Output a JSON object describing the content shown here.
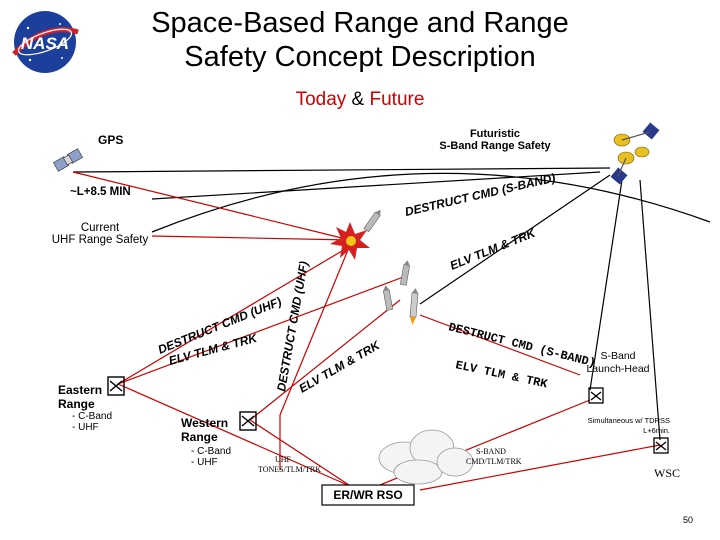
{
  "header": {
    "title_line1": "Space-Based Range and Range",
    "title_line2": "Safety Concept Description",
    "subtitle_today": "Today",
    "subtitle_amp": " & ",
    "subtitle_future": "Future",
    "logo_text": "NASA"
  },
  "labels": {
    "gps": "GPS",
    "futuristic_l1": "Futuristic",
    "futuristic_l2": "S-Band Range Safety",
    "l_plus": "~L+8.5 MIN",
    "current_l1": "Current",
    "current_l2": "UHF Range Safety",
    "eastern_l1": "Eastern",
    "eastern_l2": "Range",
    "eastern_c": "- C-Band",
    "eastern_u": "- UHF",
    "western_l1": "Western",
    "western_l2": "Range",
    "western_c": "- C-Band",
    "western_u": "- UHF",
    "uhf_tones_l1": "UHF",
    "uhf_tones_l2": "TONES/TLM/TRK",
    "sband_cmd_l1": "S-BAND",
    "sband_cmd_l2": "CMD/TLM/TRK",
    "sband_launch_l1": "S-Band",
    "sband_launch_l2": "Launch-Head",
    "simul_l1": "Simultaneous w/ TDRSS",
    "simul_l2": "L+6min.",
    "wsc": "WSC",
    "er_wr_rso": "ER/WR RSO",
    "page_number": "50"
  },
  "link_labels": {
    "destruct_sband_top": "DESTRUCT CMD (S-BAND)",
    "elv_tlm_trk_top": "ELV TLM & TRK",
    "destruct_uhf_left": "DESTRUCT CMD (UHF)",
    "elv_tlm_trk_left": "ELV TLM & TRK",
    "destruct_uhf_vert": "DESTRUCT CMD (UHF)",
    "elv_tlm_trk_mid": "ELV TLM & TRK",
    "destruct_sband_right": "DESTRUCT CMD (S-BAND)",
    "elv_tlm_trk_right": "ELV TLM & TRK"
  },
  "colors": {
    "red_line": "#cc0000",
    "label_red": "#cc0000",
    "satellite_gold": "#e8c020",
    "satellite_blue": "#2a3a8a"
  },
  "icons": [
    "nasa-logo",
    "gps-satellite-icon",
    "tdrss-satellite-icon",
    "explosion-icon",
    "rocket-icon",
    "ground-antenna-icon",
    "cloud-icon"
  ]
}
